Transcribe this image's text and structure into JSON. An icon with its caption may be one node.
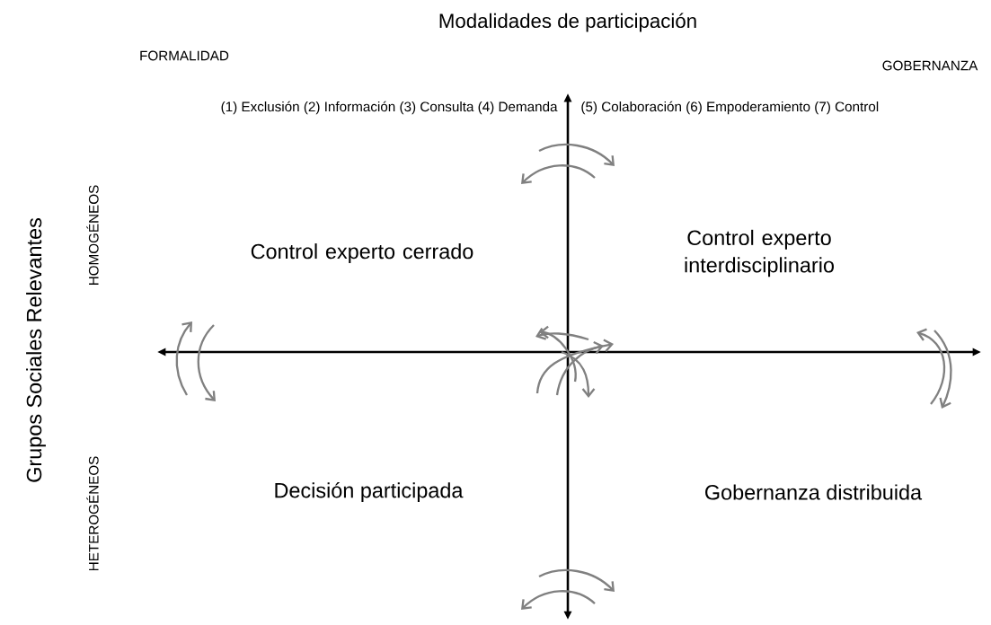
{
  "diagram": {
    "title": "Modalidades de participación",
    "labels": [
      "FORMALIDAD",
      "GOBERNANZA",
      "(1) Exclusión (2) Información (3) Consulta (4) Demanda",
      "(5) Colaboración (6) Empoderamiento (7) Control",
      "Grupos Sociales Relevantes",
      "HOMOGÉNEOS",
      "HETEROGÉNEOS",
      "Control experto cerrado",
      "Control experto interdisciplinario",
      "Decisión participada",
      "Gobernanza distribuida"
    ]
  }
}
